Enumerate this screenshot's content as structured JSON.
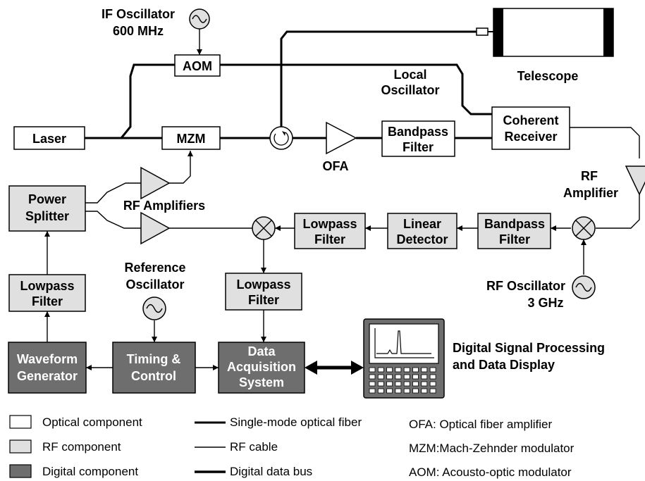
{
  "labels": {
    "if_osc_line1": "IF Oscillator",
    "if_osc_line2": "600 MHz",
    "aom": "AOM",
    "laser": "Laser",
    "mzm": "MZM",
    "ofa": "OFA",
    "bp_optical_1": "Bandpass",
    "bp_optical_2": "Filter",
    "coherent_1": "Coherent",
    "coherent_2": "Receiver",
    "telescope": "Telescope",
    "local_osc_1": "Local",
    "local_osc_2": "Oscillator",
    "rf_amp_1": "RF",
    "rf_amp_2": "Amplifier",
    "power_split_1": "Power",
    "power_split_2": "Splitter",
    "rf_amplifiers": "RF Amplifiers",
    "lp_mid_1": "Lowpass",
    "lp_mid_2": "Filter",
    "lin_det_1": "Linear",
    "lin_det_2": "Detector",
    "bp_rf_1": "Bandpass",
    "bp_rf_2": "Filter",
    "rf_osc_1": "RF Oscillator",
    "rf_osc_2": "3 GHz",
    "ref_osc_1": "Reference",
    "ref_osc_2": "Oscillator",
    "lp_left_1": "Lowpass",
    "lp_left_2": "Filter",
    "lp_center_1": "Lowpass",
    "lp_center_2": "Filter",
    "wave_1": "Waveform",
    "wave_2": "Generator",
    "timing_1": "Timing &",
    "timing_2": "Control",
    "daq_1": "Data",
    "daq_2": "Acquisition",
    "daq_3": "System",
    "dsp_1": "Digital Signal Processing",
    "dsp_2": "and Data Display"
  },
  "legend": {
    "optical": "Optical component",
    "rf": "RF component",
    "digital": "Digital component",
    "fiber": "Single-mode optical fiber",
    "cable": "RF cable",
    "bus": "Digital data bus",
    "ofa_def": "OFA: Optical fiber amplifier",
    "mzm_def": "MZM:Mach-Zehnder modulator",
    "aom_def": "AOM: Acousto-optic modulator"
  },
  "colors": {
    "optical": "#ffffff",
    "rf": "#e0e0e0",
    "digital": "#6e6e6e"
  }
}
